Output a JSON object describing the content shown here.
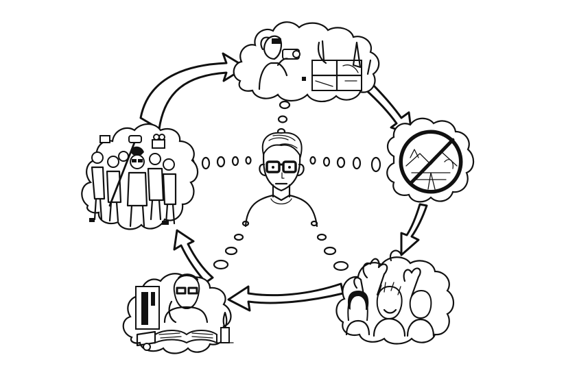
{
  "scene": {
    "center": "person-thinking",
    "thought_clouds": [
      {
        "id": "filming",
        "icons": [
          "person-with-camera-icon",
          "hand-drawing-storyboard-icon"
        ]
      },
      {
        "id": "forbidden-landscape",
        "icons": [
          "no-sign-icon",
          "landscape-icon"
        ]
      },
      {
        "id": "excited-friends",
        "icons": [
          "friends-group-icon",
          "raised-hands-icon"
        ]
      },
      {
        "id": "working-at-night",
        "icons": [
          "computer-tower-icon",
          "tired-person-icon",
          "candle-icon",
          "open-book-icon"
        ]
      },
      {
        "id": "film-crew",
        "icons": [
          "film-crew-icon",
          "boom-microphone-icon",
          "cameras-icon"
        ]
      }
    ],
    "cycle_direction": "clockwise",
    "colors": {
      "ink": "#111111",
      "paper": "#ffffff"
    }
  }
}
